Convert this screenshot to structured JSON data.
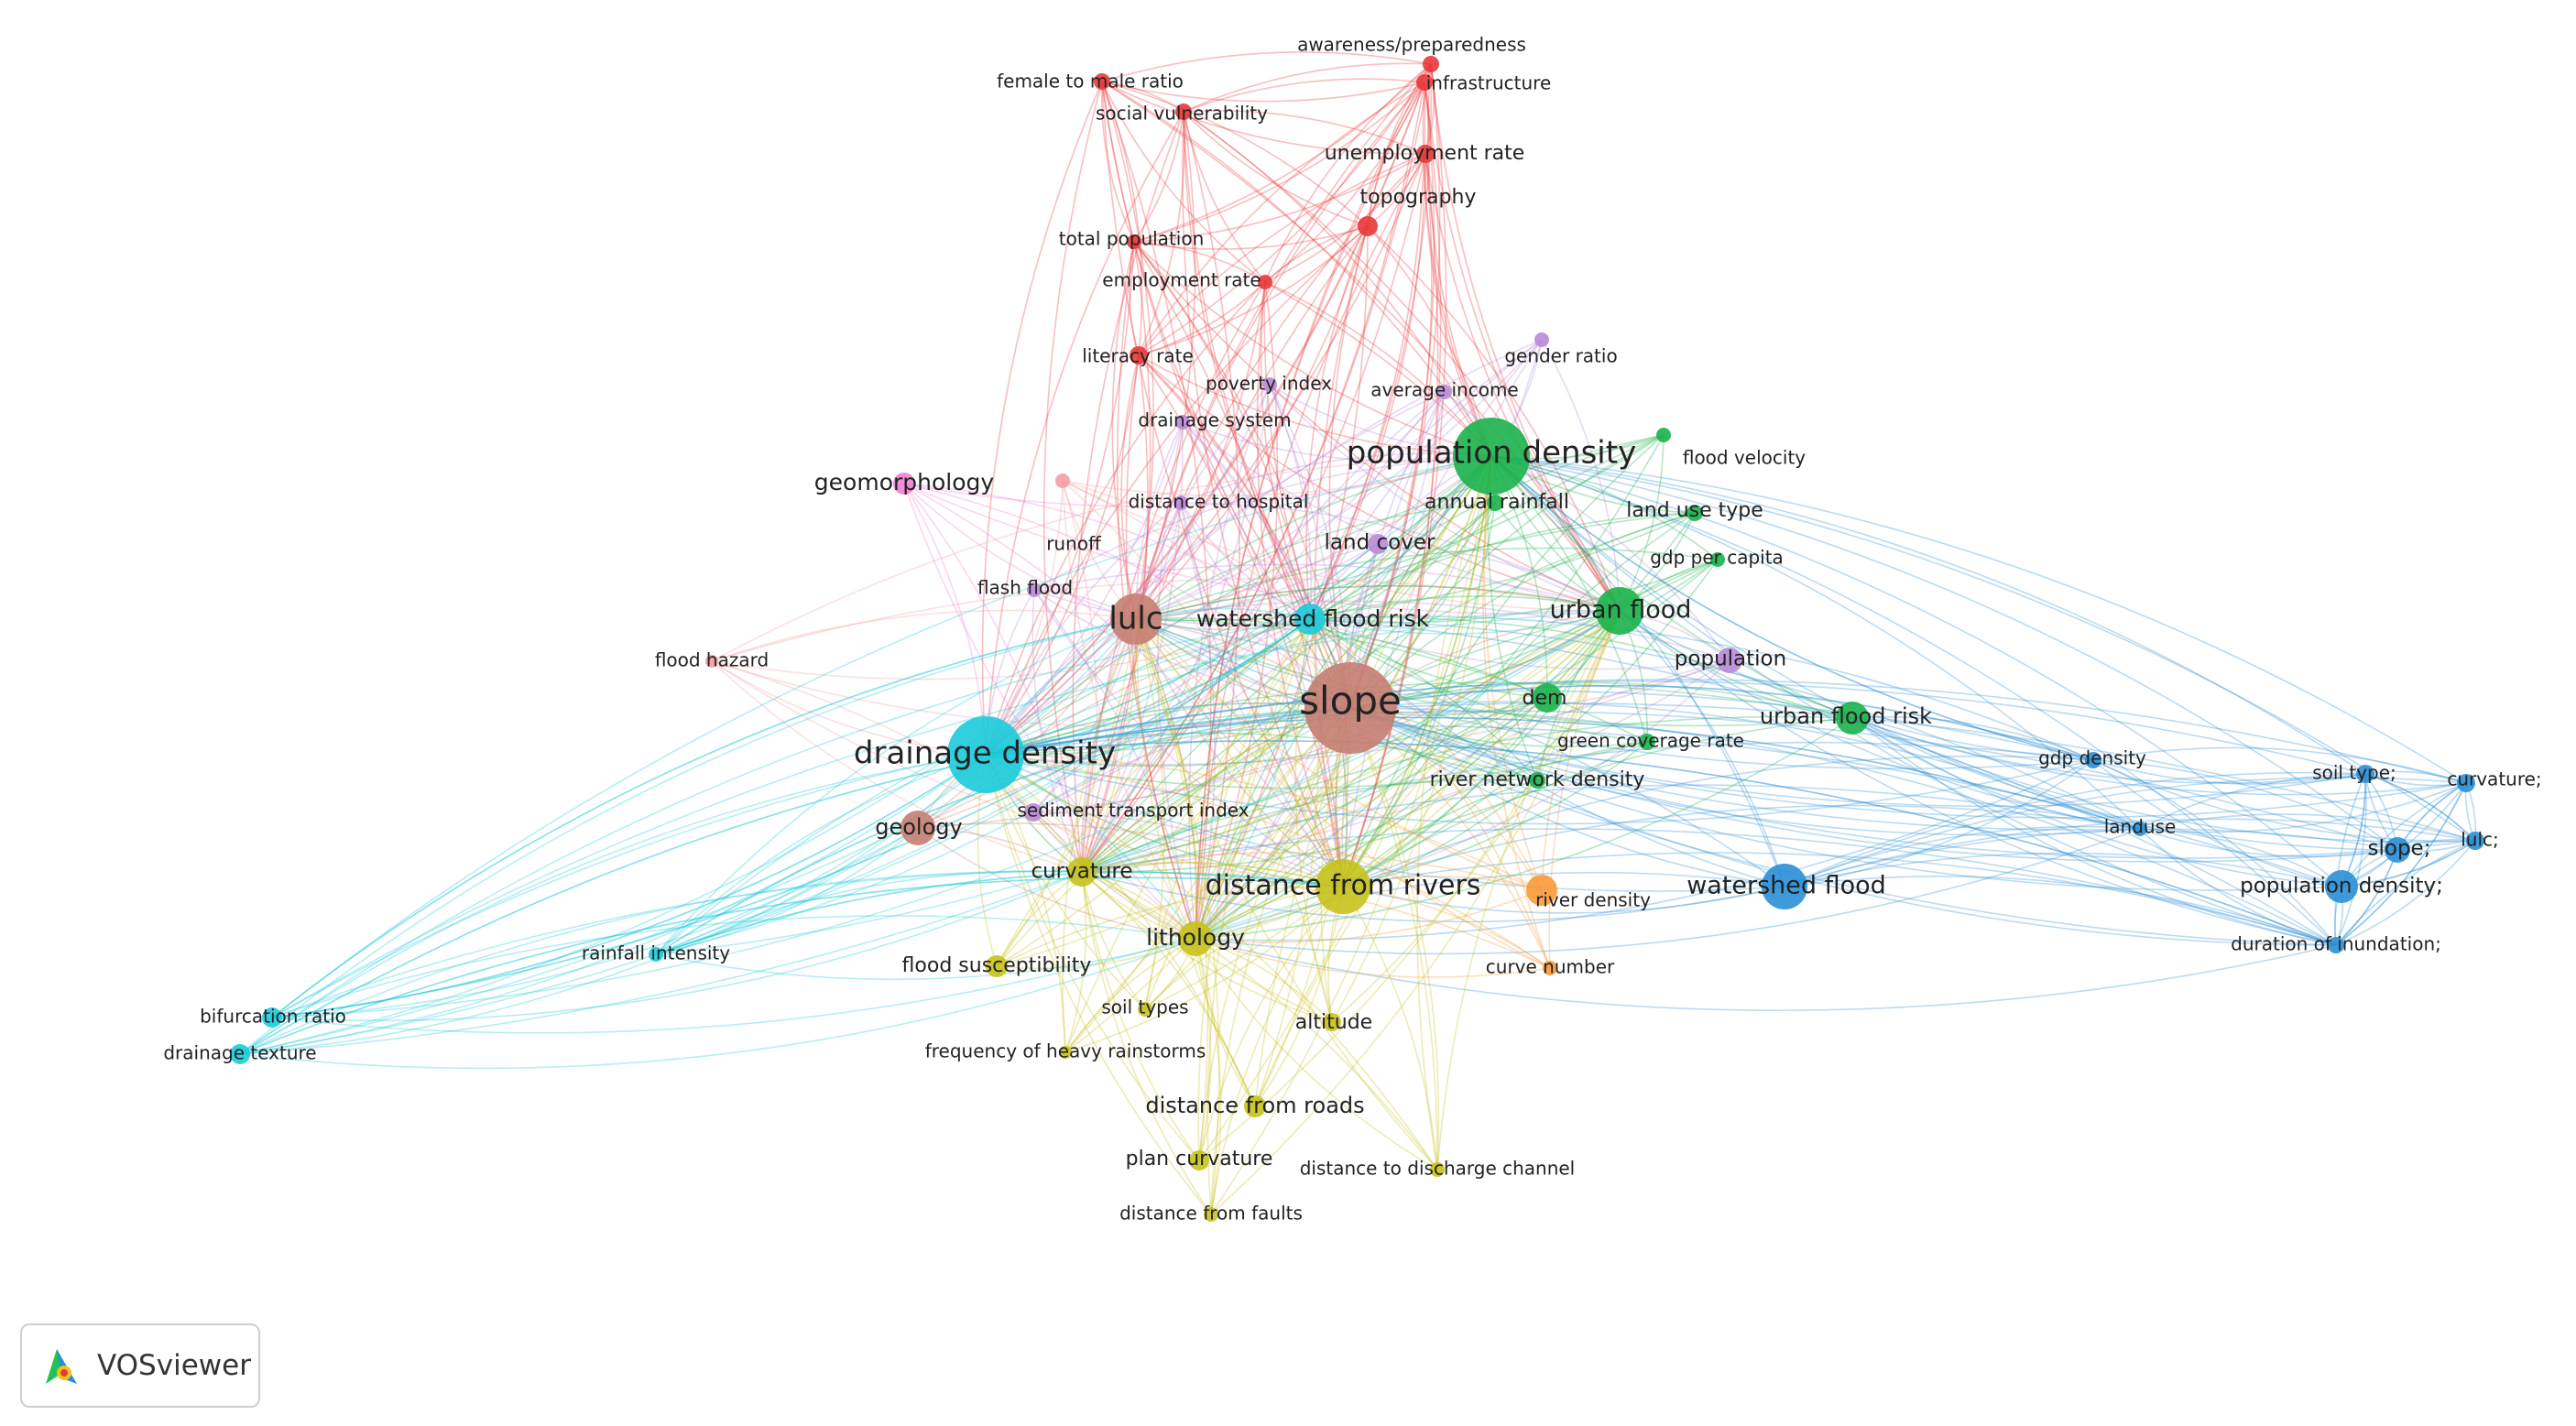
{
  "app": {
    "name": "VOSviewer"
  },
  "colors": {
    "red": "#e8393a",
    "green": "#1bb24b",
    "blue": "#2a8fd6",
    "yellow": "#c6c21c",
    "purple": "#b98ad8",
    "cyan": "#1ccbdb",
    "orange": "#f79a3a",
    "brown": "#c77e72",
    "pink": "#ee7fd6",
    "salmon": "#f2a0a0"
  },
  "nodes": [
    {
      "id": "awareness",
      "label": "awareness/preparedness",
      "c": "red",
      "s": 9
    },
    {
      "id": "female_male",
      "label": "female to male ratio",
      "c": "red",
      "s": 9
    },
    {
      "id": "infrastructure",
      "label": "infrastructure",
      "c": "red",
      "s": 9
    },
    {
      "id": "social_vuln",
      "label": "social vulnerability",
      "c": "red",
      "s": 9
    },
    {
      "id": "unemployment",
      "label": "unemployment rate",
      "c": "red",
      "s": 10
    },
    {
      "id": "topography",
      "label": "topography",
      "c": "red",
      "s": 11
    },
    {
      "id": "total_population",
      "label": "total population",
      "c": "red",
      "s": 8
    },
    {
      "id": "employment",
      "label": "employment rate",
      "c": "red",
      "s": 8
    },
    {
      "id": "literacy",
      "label": "literacy rate",
      "c": "red",
      "s": 10
    },
    {
      "id": "gender_ratio",
      "label": "gender ratio",
      "c": "purple",
      "s": 8
    },
    {
      "id": "poverty",
      "label": "poverty index",
      "c": "purple",
      "s": 8
    },
    {
      "id": "average_income",
      "label": "average income",
      "c": "purple",
      "s": 8
    },
    {
      "id": "drainage_system",
      "label": "drainage system",
      "c": "purple",
      "s": 8
    },
    {
      "id": "pop_density",
      "label": "population density",
      "c": "green",
      "s": 42
    },
    {
      "id": "flood_velocity",
      "label": "flood velocity",
      "c": "green",
      "s": 8
    },
    {
      "id": "geomorphology",
      "label": "geomorphology",
      "c": "pink",
      "s": 12
    },
    {
      "id": "distance_hospital",
      "label": "distance to hospital",
      "c": "purple",
      "s": 8
    },
    {
      "id": "annual_rainfall",
      "label": "annual rainfall",
      "c": "green",
      "s": 9
    },
    {
      "id": "land_use_type",
      "label": "land use type",
      "c": "green",
      "s": 9
    },
    {
      "id": "runoff",
      "label": "runoff",
      "c": "salmon",
      "s": 8
    },
    {
      "id": "land_cover",
      "label": "land cover",
      "c": "purple",
      "s": 11
    },
    {
      "id": "gdp_per_capita",
      "label": "gdp per capita",
      "c": "green",
      "s": 8
    },
    {
      "id": "flash_flood",
      "label": "flash flood",
      "c": "purple",
      "s": 8
    },
    {
      "id": "lulc",
      "label": "lulc",
      "c": "brown",
      "s": 28
    },
    {
      "id": "watershed_flood_risk",
      "label": "watershed flood risk",
      "c": "cyan",
      "s": 17
    },
    {
      "id": "urban_flood",
      "label": "urban flood",
      "c": "green",
      "s": 26
    },
    {
      "id": "population",
      "label": "population",
      "c": "purple",
      "s": 14
    },
    {
      "id": "flood_hazard",
      "label": "flood hazard",
      "c": "salmon",
      "s": 7
    },
    {
      "id": "slope",
      "label": "slope",
      "c": "brown",
      "s": 50
    },
    {
      "id": "dem",
      "label": "dem",
      "c": "green",
      "s": 16
    },
    {
      "id": "urban_flood_risk",
      "label": "urban flood risk",
      "c": "green",
      "s": 18
    },
    {
      "id": "drainage_density",
      "label": "drainage density",
      "c": "cyan",
      "s": 42
    },
    {
      "id": "green_coverage",
      "label": "green coverage rate",
      "c": "green",
      "s": 9
    },
    {
      "id": "gdp_density",
      "label": "gdp density",
      "c": "blue",
      "s": 9
    },
    {
      "id": "soil_type_b",
      "label": "soil type;",
      "c": "blue",
      "s": 10
    },
    {
      "id": "curvature_b",
      "label": "curvature;",
      "c": "blue",
      "s": 10
    },
    {
      "id": "sediment",
      "label": "sediment transport index",
      "c": "purple",
      "s": 10
    },
    {
      "id": "river_network",
      "label": "river network density",
      "c": "green",
      "s": 9
    },
    {
      "id": "geology",
      "label": "geology",
      "c": "brown",
      "s": 19
    },
    {
      "id": "landuse",
      "label": "landuse",
      "c": "blue",
      "s": 8
    },
    {
      "id": "slope_b",
      "label": "slope;",
      "c": "blue",
      "s": 14
    },
    {
      "id": "lulc_b",
      "label": "lulc;",
      "c": "blue",
      "s": 10
    },
    {
      "id": "curvature",
      "label": "curvature",
      "c": "yellow",
      "s": 16
    },
    {
      "id": "dist_rivers",
      "label": "distance from rivers",
      "c": "yellow",
      "s": 30
    },
    {
      "id": "watershed_flood",
      "label": "watershed flood",
      "c": "blue",
      "s": 25
    },
    {
      "id": "pop_density_b",
      "label": "population density;",
      "c": "blue",
      "s": 18
    },
    {
      "id": "river_density",
      "label": "river density",
      "c": "orange",
      "s": 17
    },
    {
      "id": "lithology",
      "label": "lithology",
      "c": "yellow",
      "s": 19
    },
    {
      "id": "rainfall_intensity",
      "label": "rainfall intensity",
      "c": "cyan",
      "s": 8
    },
    {
      "id": "duration_inundation",
      "label": "duration of inundation;",
      "c": "blue",
      "s": 9
    },
    {
      "id": "flood_susceptibility",
      "label": "flood susceptibility",
      "c": "yellow",
      "s": 12
    },
    {
      "id": "curve_number",
      "label": "curve number",
      "c": "orange",
      "s": 8
    },
    {
      "id": "soil_types",
      "label": "soil types",
      "c": "yellow",
      "s": 8
    },
    {
      "id": "bifurcation",
      "label": "bifurcation ratio",
      "c": "cyan",
      "s": 11
    },
    {
      "id": "altitude",
      "label": "altitude",
      "c": "yellow",
      "s": 10
    },
    {
      "id": "freq_rainstorms",
      "label": "frequency of heavy rainstorms",
      "c": "yellow",
      "s": 7
    },
    {
      "id": "drainage_texture",
      "label": "drainage texture",
      "c": "cyan",
      "s": 11
    },
    {
      "id": "dist_roads",
      "label": "distance from roads",
      "c": "yellow",
      "s": 12
    },
    {
      "id": "plan_curvature",
      "label": "plan curvature",
      "c": "yellow",
      "s": 11
    },
    {
      "id": "dist_discharge",
      "label": "distance to discharge channel",
      "c": "yellow",
      "s": 8
    },
    {
      "id": "dist_faults",
      "label": "distance from faults",
      "c": "yellow",
      "s": 8
    }
  ]
}
